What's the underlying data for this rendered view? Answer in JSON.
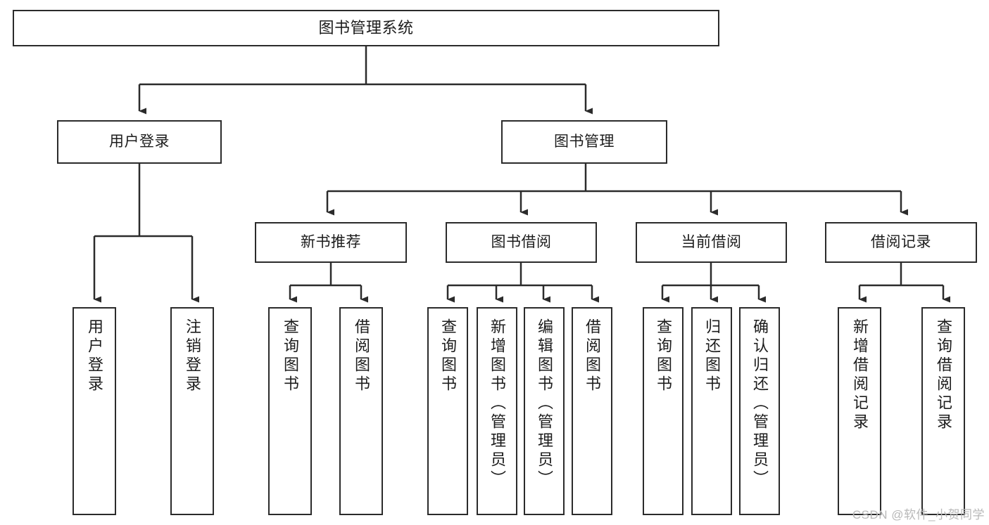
{
  "diagram": {
    "title": "图书管理系统",
    "type": "hierarchy-tree",
    "background_color": "#ffffff",
    "line_color": "#2b2b2b",
    "box_fill": "#ffffff",
    "watermark": "CSDN @软件_小贺同学"
  },
  "root": {
    "label": "图书管理系统"
  },
  "level1": [
    {
      "label": "用户登录"
    },
    {
      "label": "图书管理"
    }
  ],
  "level2": [
    {
      "label": "新书推荐"
    },
    {
      "label": "图书借阅"
    },
    {
      "label": "当前借阅"
    },
    {
      "label": "借阅记录"
    }
  ],
  "leaves": {
    "user_login": [
      {
        "label": "用户登录"
      },
      {
        "label": "注销登录"
      }
    ],
    "new_book_recommend": [
      {
        "label": "查询图书"
      },
      {
        "label": "借阅图书"
      }
    ],
    "book_borrow": [
      {
        "label": "查询图书"
      },
      {
        "label": "新增图书（管理员）"
      },
      {
        "label": "编辑图书（管理员）"
      },
      {
        "label": "借阅图书"
      }
    ],
    "current_borrow": [
      {
        "label": "查询图书"
      },
      {
        "label": "归还图书"
      },
      {
        "label": "确认归还（管理员）"
      }
    ],
    "borrow_records": [
      {
        "label": "新增借阅记录"
      },
      {
        "label": "查询借阅记录"
      }
    ]
  }
}
